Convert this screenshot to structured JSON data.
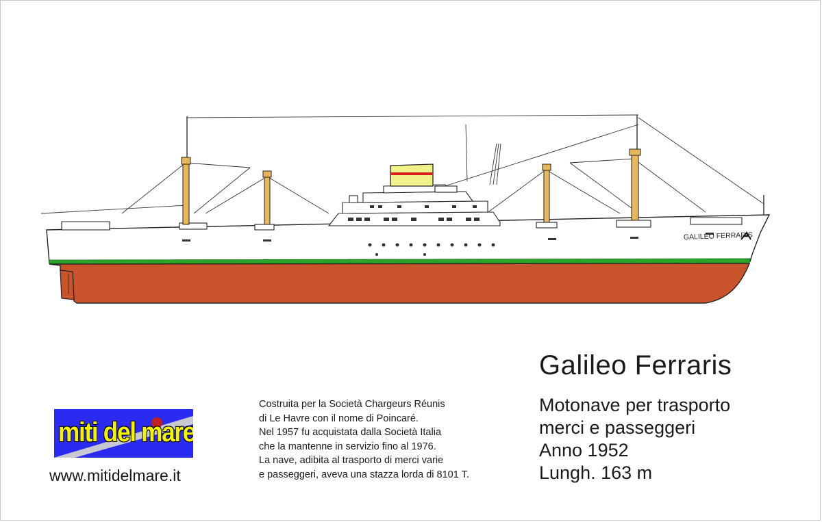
{
  "ship": {
    "name": "Galileo Ferraris",
    "hull_lettering": "GALILEO FERRARIS",
    "colors": {
      "hull_lower": "#c9542c",
      "hull_upper": "#ffffff",
      "boot_stripe": "#2aa52a",
      "masts": "#e6b75c",
      "funnel": "#f2f28a",
      "funnel_band": "#d92020"
    }
  },
  "specs": {
    "line1": "Motonave per trasporto",
    "line2": "merci e passeggeri",
    "line3": "Anno 1952",
    "line4": "Lungh. 163 m"
  },
  "history": [
    "Costruita per la Società Chargeurs Réunis",
    "di Le Havre con il nome di Poincaré.",
    "Nel 1957 fu acquistata dalla Società Italia",
    "che la mantenne in servizio fino al 1976.",
    "La nave, adibita al trasporto di merci varie",
    "e passeggeri, aveva una stazza lorda di 8101 T."
  ],
  "logo": {
    "text": "miti del mare",
    "colors": {
      "background": "#2a2af0",
      "text": "#f4f400",
      "swoosh": "#c8c8d2",
      "accent": "#c02020"
    }
  },
  "website": "www.mitidelmare.it"
}
